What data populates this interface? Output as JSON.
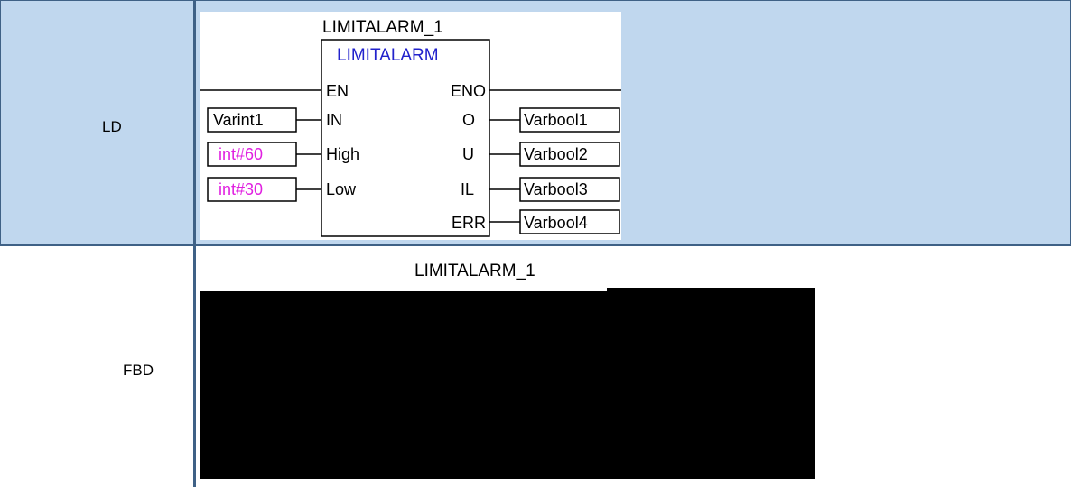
{
  "rows": [
    {
      "language": "LD"
    },
    {
      "language": "FBD"
    }
  ],
  "ld": {
    "instance": "LIMITALARM_1",
    "block_type": "LIMITALARM",
    "inputs": {
      "en": "EN",
      "in": "IN",
      "high": "High",
      "low": "Low"
    },
    "outputs": {
      "eno": "ENO",
      "o": "O",
      "u": "U",
      "il": "IL",
      "err": "ERR"
    },
    "in_vars": {
      "in": "Varint1",
      "high": "int#60",
      "low": "int#30"
    },
    "out_vars": {
      "o": "Varbool1",
      "u": "Varbool2",
      "il": "Varbool3",
      "err": "Varbool4"
    }
  },
  "fbd": {
    "instance": "LIMITALARM_1"
  },
  "colors": {
    "row_bg": "#c0d7ee",
    "border": "#3f6186",
    "block_type_text": "#2222cc",
    "constant_text": "#e020e0",
    "redaction": "#000000"
  }
}
